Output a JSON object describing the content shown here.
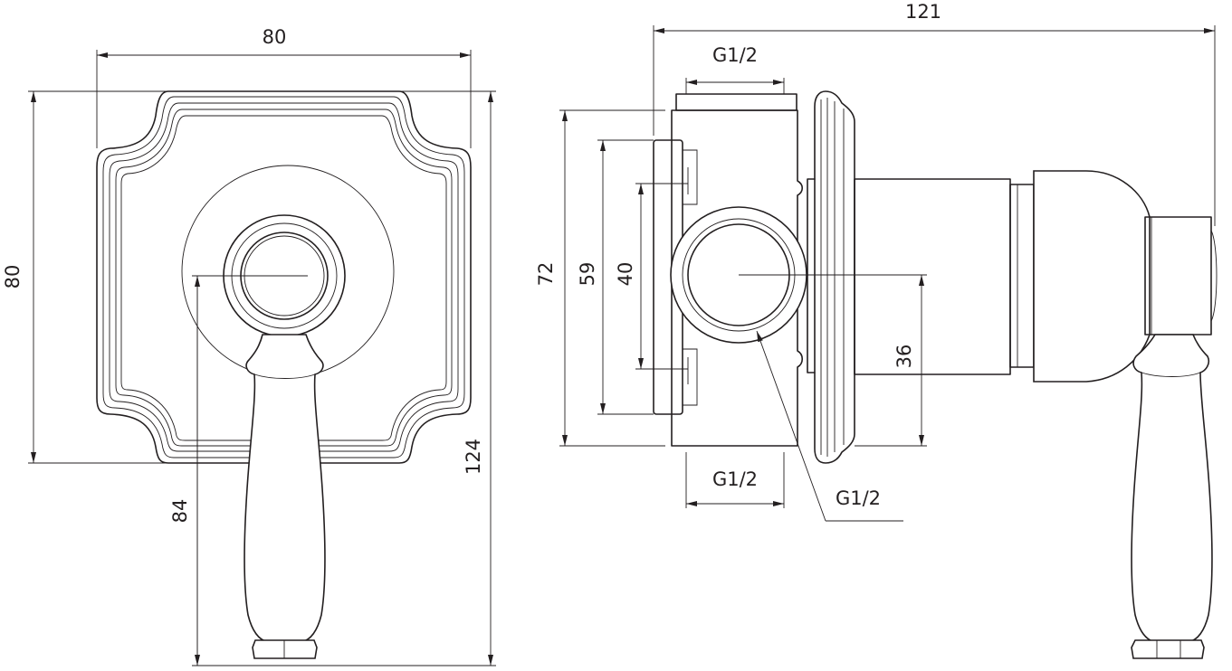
{
  "front_view": {
    "width_label": "80",
    "height_label": "80",
    "lever_height_label": "84",
    "overall_height_label": "124"
  },
  "side_view": {
    "overall_depth_label": "121",
    "top_thread_label": "G1/2",
    "bottom_thread_label": "G1/2",
    "side_thread_label": "G1/2",
    "height_72_label": "72",
    "height_59_label": "59",
    "height_40_label": "40",
    "height_36_label": "36"
  }
}
